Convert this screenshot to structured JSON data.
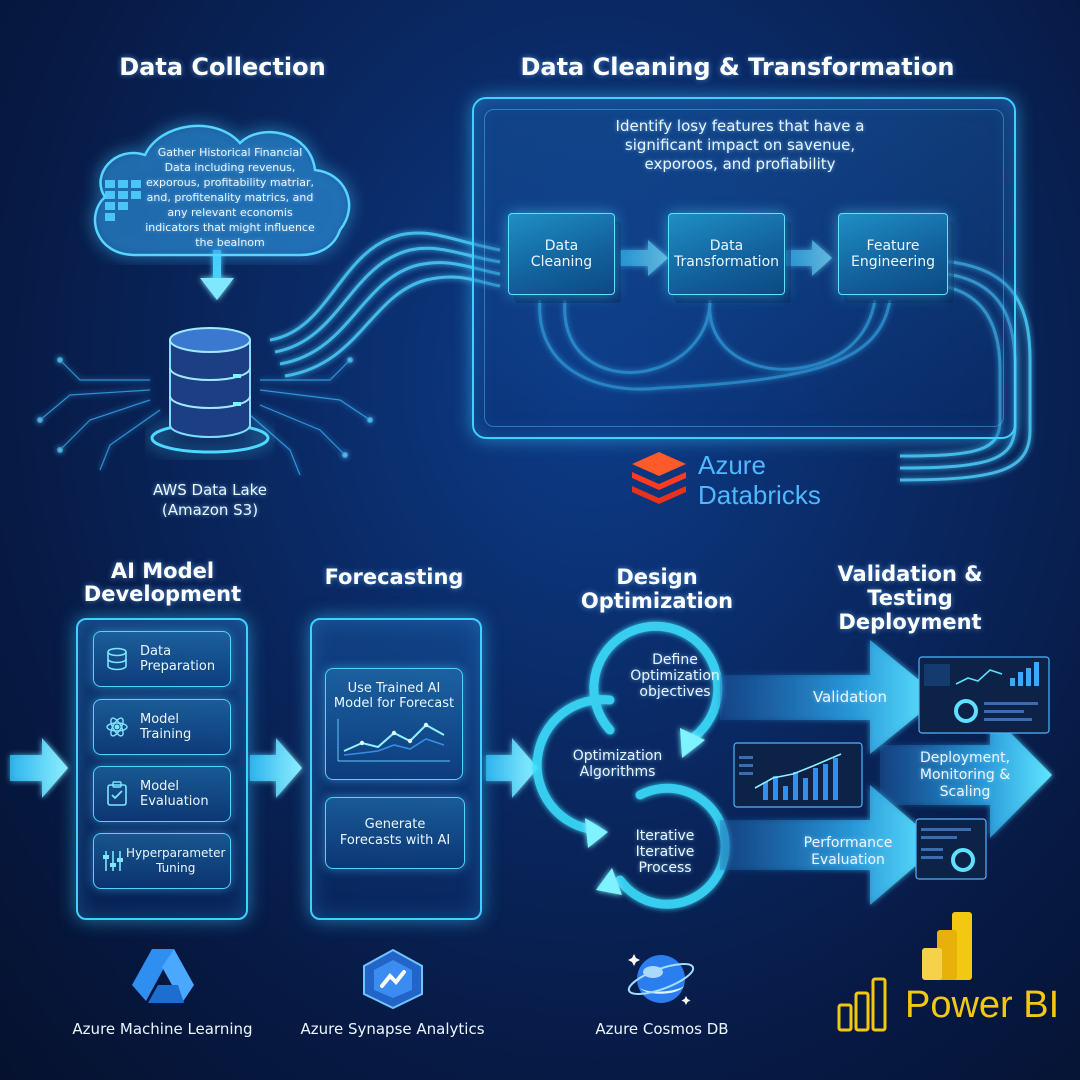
{
  "sections": {
    "data_collection": {
      "title": "Data Collection",
      "cloud_text": "Gather Historical Financial Data including revenus, exporous, profitability matriar, and, profitenality matrics, and any relevant economis indicators that might influence the bealnom",
      "storage_label_line1": "AWS Data Lake",
      "storage_label_line2": "(Amazon S3)"
    },
    "cleaning": {
      "title": "Data Cleaning & Transformation",
      "description_line1": "Identify losy features that have a",
      "description_line2": "significant impact on savenue,",
      "description_line3": "exporoos, and profiability",
      "steps": [
        {
          "line1": "Data",
          "line2": "Cleaning"
        },
        {
          "line1": "Data",
          "line2": "Transformation"
        },
        {
          "line1": "Feature",
          "line2": "Engineering"
        }
      ],
      "platform_line1": "Azure",
      "platform_line2": "Databricks"
    },
    "ai_model": {
      "title_line1": "AI Model",
      "title_line2": "Development",
      "steps": [
        {
          "line1": "Data",
          "line2": "Preparation",
          "icon": "database-icon"
        },
        {
          "line1": "Model",
          "line2": "Training",
          "icon": "atom-icon"
        },
        {
          "line1": "Model",
          "line2": "Evaluation",
          "icon": "clipboard-check-icon"
        },
        {
          "line1": "Hyperparameter",
          "line2": "Tuning",
          "icon": "sliders-icon"
        }
      ],
      "platform": "Azure Machine Learning"
    },
    "forecasting": {
      "title": "Forecasting",
      "card1_line1": "Use Trained AI",
      "card1_line2": "Model for Forecast",
      "card2_line1": "Generate",
      "card2_line2": "Forecasts with AI",
      "platform": "Azure Synapse Analytics"
    },
    "design_optimization": {
      "title": "Design Optimization",
      "stage1_line1": "Define",
      "stage1_line2": "Optimization",
      "stage1_line3": "objectives",
      "stage2_line1": "Optimization",
      "stage2_line2": "Algorithms",
      "stage3_line1": "Iterative",
      "stage3_line2": "Iterative",
      "stage3_line3": "Process",
      "platform": "Azure Cosmos DB"
    },
    "validation": {
      "title_line1": "Validation & Testing",
      "title_line2": "Deployment",
      "arrow1": "Validation",
      "arrow2_line1": "Deployment,",
      "arrow2_line2": "Monitoring &",
      "arrow2_line3": "Scaling",
      "arrow3_line1": "Performance",
      "arrow3_line2": "Evaluation",
      "platform": "Power BI"
    }
  },
  "colors": {
    "accent": "#3fd0ff",
    "databricks": "#ff3b1f",
    "powerbi": "#f2c811",
    "azure_ml": "#3aa0ff"
  }
}
